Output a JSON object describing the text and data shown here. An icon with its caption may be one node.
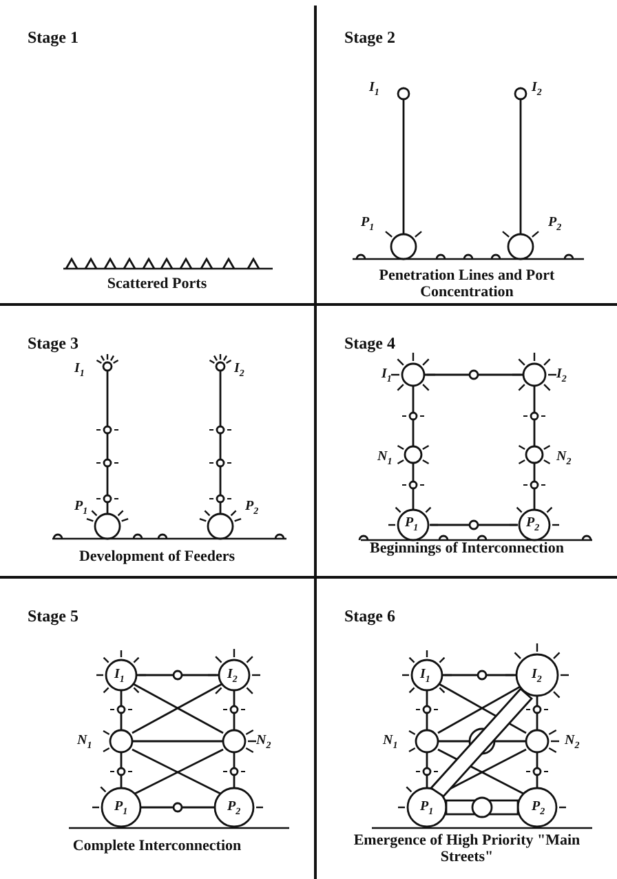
{
  "diagram": {
    "nodes": [
      {
        "text": [
          "Stage 1",
          "Scattered Ports"
        ]
      },
      {
        "text": [
          "Stage 2",
          "Penetration Lines and Port Concentration"
        ]
      },
      {
        "text": [
          "Stage 3",
          "Development of Feeders"
        ]
      },
      {
        "text": [
          "Stage 4",
          "Beginnings of Interconnection"
        ]
      },
      {
        "text": [
          "Stage 5",
          "Complete Interconnection"
        ]
      },
      {
        "text": [
          "Stage 6",
          "Emergence of High Priority \"Main Streets\""
        ]
      }
    ],
    "labels": [
      "I$_{1}$",
      "I$_{2}$",
      "P$_{1}$",
      "P$_{2}$",
      "I$_{1}$",
      "I$_{2}$",
      "P$_{1}$",
      "P$_{2}$",
      "I$_{1}$",
      "I$_{2}$",
      "N$_{1}$",
      "N$_{2}$",
      "P$_{1}$",
      "P$_{2}$",
      "I$_{1}$",
      "I$_{2}$",
      "N$_{1}$",
      "N$_{2}$",
      "P$_{1}$",
      "P$_{2}$",
      "I$_{1}$",
      "I$_{2}$",
      "N$_{1}$",
      "N$_{2}$",
      "P$_{1}$",
      "P$_{2}$"
    ]
  }
}
